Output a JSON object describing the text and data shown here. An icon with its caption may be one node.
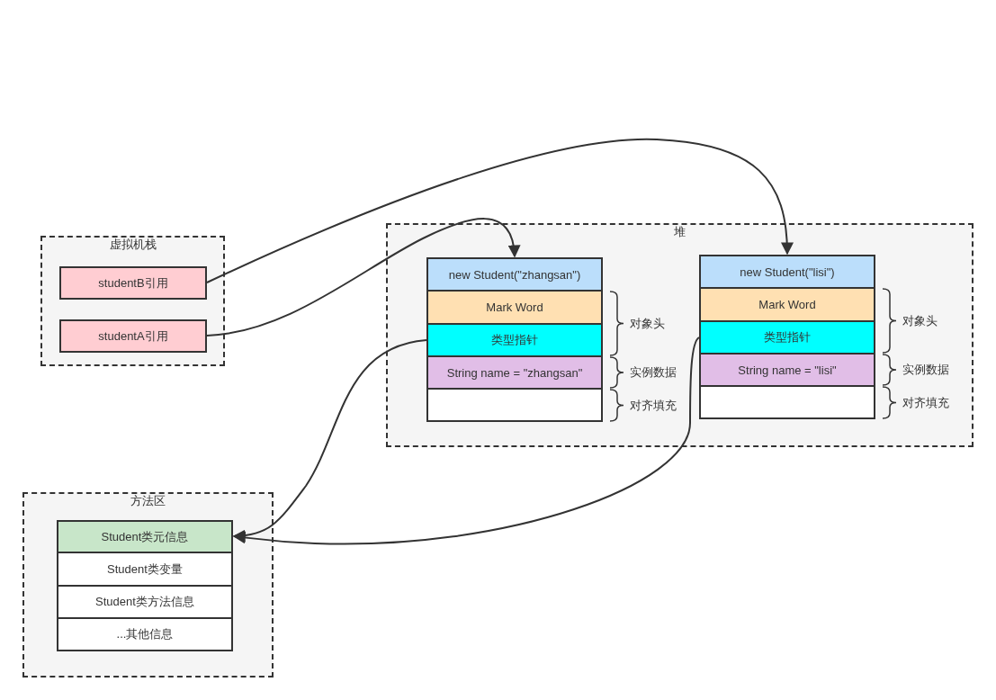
{
  "diagram": {
    "nodes": [
      {
        "text": [
          "虚拟机栈"
        ]
      },
      {
        "text": [
          "studentB引用"
        ],
        "in": 0
      },
      {
        "text": [
          "studentA引用"
        ],
        "in": 0
      },
      {
        "text": [
          "堆"
        ]
      },
      {
        "text": [
          "new Student(\"zhangsan\")"
        ],
        "in": 3
      },
      {
        "text": [
          "Mark Word"
        ],
        "in": 3
      },
      {
        "text": [
          "类型指针"
        ],
        "in": 3
      },
      {
        "text": [
          "String name = \"zhangsan\""
        ],
        "in": 3
      },
      {
        "text": [],
        "shape": "box",
        "in": 3
      },
      {
        "text": [
          "new Student(\"lisi\")"
        ],
        "in": 3
      },
      {
        "text": [
          "Mark Word"
        ],
        "in": 3
      },
      {
        "text": [
          "类型指针"
        ],
        "in": 3
      },
      {
        "text": [
          "String name = \"lisi\""
        ],
        "in": 3
      },
      {
        "text": [],
        "shape": "box",
        "in": 3
      },
      {
        "text": [
          "方法区"
        ]
      },
      {
        "text": [
          "Student类元信息"
        ],
        "in": 14
      },
      {
        "text": [
          "Student类变量"
        ],
        "in": 14
      },
      {
        "text": [
          "Student类方法信息"
        ],
        "in": 14
      },
      {
        "text": [
          "...其他信息"
        ],
        "in": 14
      }
    ],
    "edges": [
      {
        "from": 1,
        "to": 9,
        "arrow": "to"
      },
      {
        "from": 2,
        "to": 4,
        "arrow": "to"
      },
      {
        "from": 6,
        "to": 15,
        "arrow": "to"
      },
      {
        "from": 11,
        "to": 15,
        "arrow": "to"
      }
    ],
    "labels": [
      "对象头",
      "实例数据",
      "对齐填充",
      "对象头",
      "实例数据",
      "对齐填充"
    ]
  }
}
